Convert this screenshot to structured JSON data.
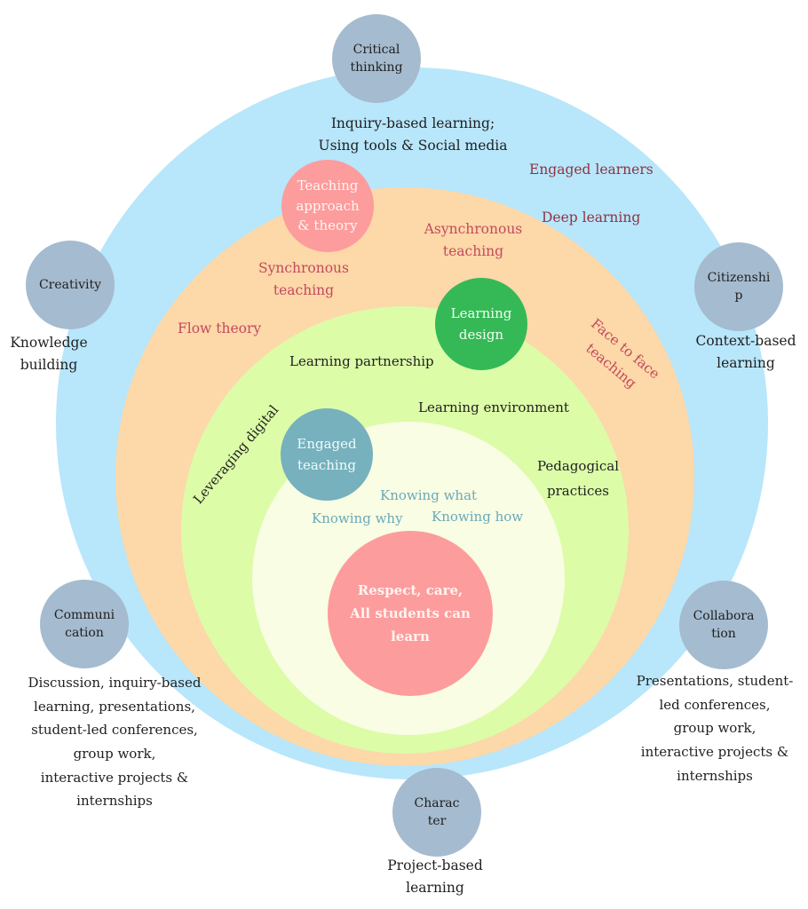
{
  "diagram": {
    "title": "Engaged teaching and learning framework",
    "colors": {
      "outer_ring": "#b8e6fb",
      "teaching_ring": "#fdd8a8",
      "environment_ring": "#dcfca8",
      "core_ring": "#f9fde3",
      "skill_bubble": "#a5bbcf",
      "teaching_approach_bubble": "#fd9c9c",
      "learning_design_bubble": "#35b957",
      "engaged_teaching_bubble": "#76b1bd",
      "core_bubble": "#fd9c9c"
    },
    "skills": [
      {
        "name": "Critical thinking",
        "label": "Critical\nthinking",
        "description": "Inquiry-based learning;\nUsing tools & Social media"
      },
      {
        "name": "Creativity",
        "label": "Creativity",
        "description": "Knowledge\nbuilding"
      },
      {
        "name": "Citizenship",
        "label": "Citizenshi\np",
        "description": "Context-based\nlearning"
      },
      {
        "name": "Communication",
        "label": "Communi\ncation",
        "description": "Discussion, inquiry-based\nlearning, presentations,\nstudent-led conferences,\ngroup work,\ninteractive projects &\ninternships"
      },
      {
        "name": "Collaboration",
        "label": "Collabora\ntion",
        "description": "Presentations, student-\nled conferences,\ngroup work,\ninteractive projects &\ninternships"
      },
      {
        "name": "Character",
        "label": "Charac\nter",
        "description": "Project-based\nlearning"
      }
    ],
    "outer_ring_labels": [
      "Engaged learners",
      "Deep learning"
    ],
    "teaching_ring": {
      "bubble": "Teaching\napproach\n& theory",
      "labels": [
        "Asynchronous\nteaching",
        "Synchronous\nteaching",
        "Flow theory",
        "Face to face\nteaching"
      ]
    },
    "environment_ring": {
      "bubble": "Learning\ndesign",
      "labels": [
        "Learning partnership",
        "Learning environment",
        "Pedagogical\npractices",
        "Leveraging digital"
      ]
    },
    "core_ring": {
      "bubble": "Engaged\nteaching",
      "labels": [
        "Knowing what",
        "Knowing why",
        "Knowing how"
      ]
    },
    "core": "Respect, care,\nAll students can\nlearn"
  }
}
